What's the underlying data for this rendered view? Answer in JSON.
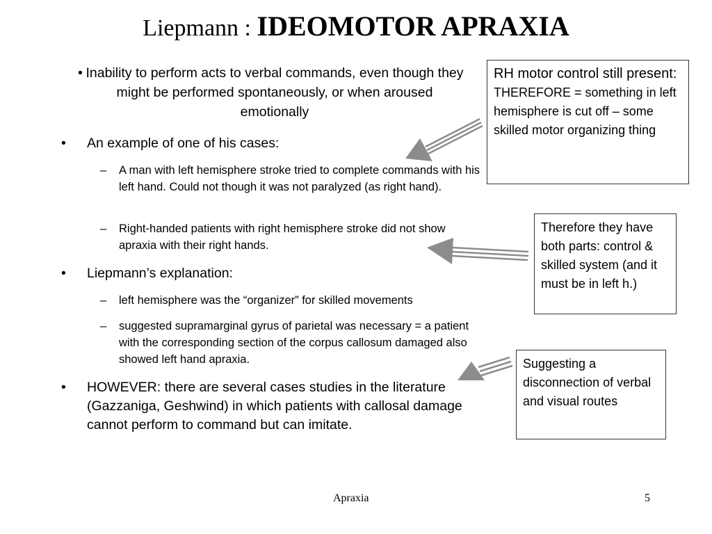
{
  "title": {
    "prefix": "Liepmann : ",
    "main": "IDEOMOTOR APRAXIA"
  },
  "bullet_glyph": "•",
  "dash_glyph": "–",
  "intro": "Inability to perform acts to verbal commands, even though they might be performed spontaneously, or when aroused emotionally",
  "bullets": [
    "An example of one of his cases:",
    "Liepmann’s explanation:",
    "HOWEVER:  there are several cases studies in the literature (Gazzaniga, Geshwind) in which patients with callosal damage cannot perform to command but can imitate."
  ],
  "subs": [
    "A man with left hemisphere stroke tried to complete commands with his left hand.  Could not though it was not paralyzed (as right hand).",
    "Right-handed patients with right hemisphere stroke did not show apraxia with their right hands.",
    "left hemisphere was the “organizer” for skilled movements",
    "suggested supramarginal gyrus of parietal was necessary = a patient with the corresponding section of the corpus callosum damaged also showed left hand apraxia."
  ],
  "notes": {
    "box1_lead": "RH motor control still present: ",
    "box1_rest": "THEREFORE = something in left hemisphere is cut off – some skilled motor organizing thing",
    "box2": "Therefore they have both parts: control & skilled system (and it must be in left h.)",
    "box3": "Suggesting a disconnection of verbal and visual routes"
  },
  "footer": {
    "label": "Apraxia",
    "page": "5"
  },
  "colors": {
    "arrow": "#8c8c8c",
    "border": "#333333"
  }
}
